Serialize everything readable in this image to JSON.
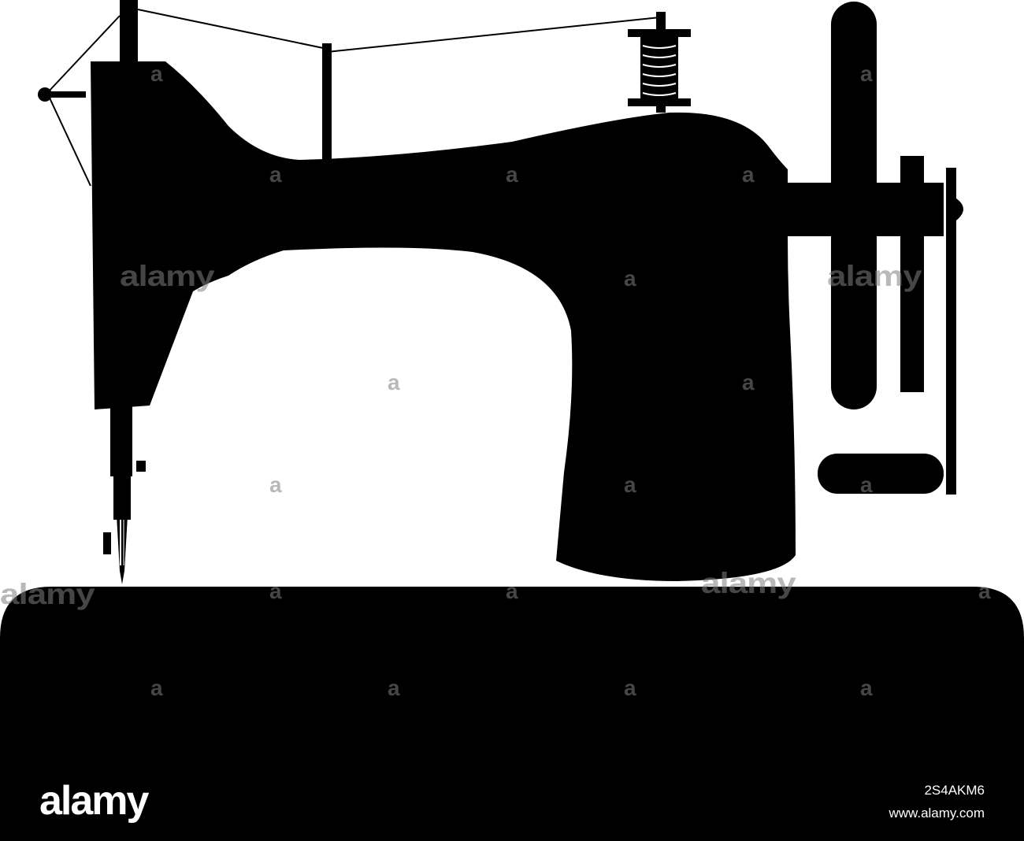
{
  "illustration": {
    "subject": "sewing-machine-silhouette-icon",
    "fill_color": "#000000",
    "background_color": "#ffffff"
  },
  "watermark": {
    "word": "alamy",
    "glyph": "a",
    "color": "#808080"
  },
  "footer": {
    "logo_text": "alamy",
    "image_id": "2S4AKM6",
    "url": "www.alamy.com",
    "background_color": "#000000",
    "text_color": "#ffffff"
  }
}
